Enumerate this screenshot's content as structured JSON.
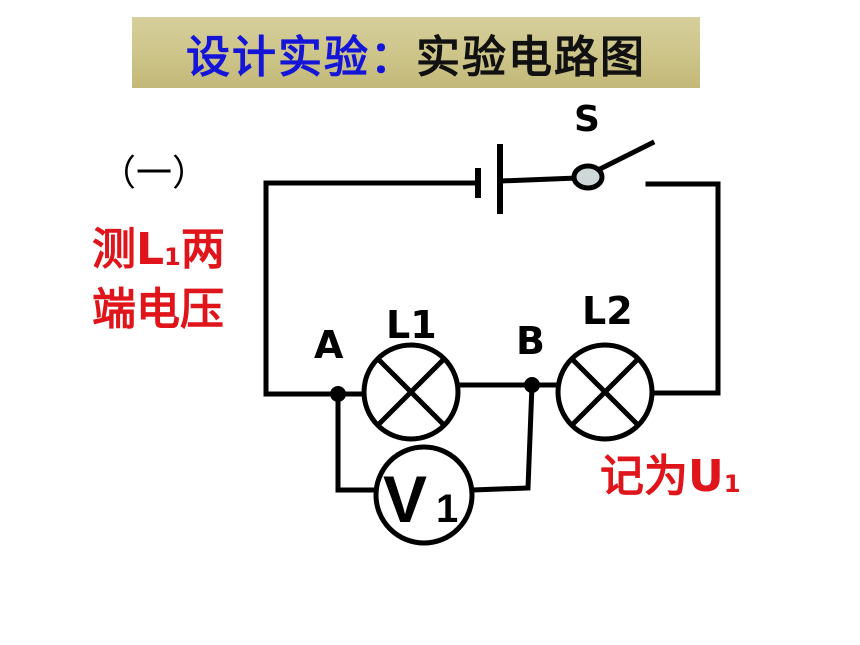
{
  "title": {
    "part1": "设计实验",
    "colon": "：",
    "part2": "实验电路图"
  },
  "labels": {
    "section": "（一）",
    "measure_line1_a": "测L",
    "measure_line1_sub": "1",
    "measure_line1_b": "两",
    "measure_line2": "端电压",
    "switch": "S",
    "point_a": "A",
    "point_b": "B",
    "lamp1": "L1",
    "lamp2": "L2",
    "voltmeter_main": "V",
    "voltmeter_sub": "1",
    "record_a": "记为U",
    "record_sub": "1"
  },
  "colors": {
    "title_blue": "#1515d8",
    "annotation_red": "#e0151b",
    "wire": "#000000"
  }
}
